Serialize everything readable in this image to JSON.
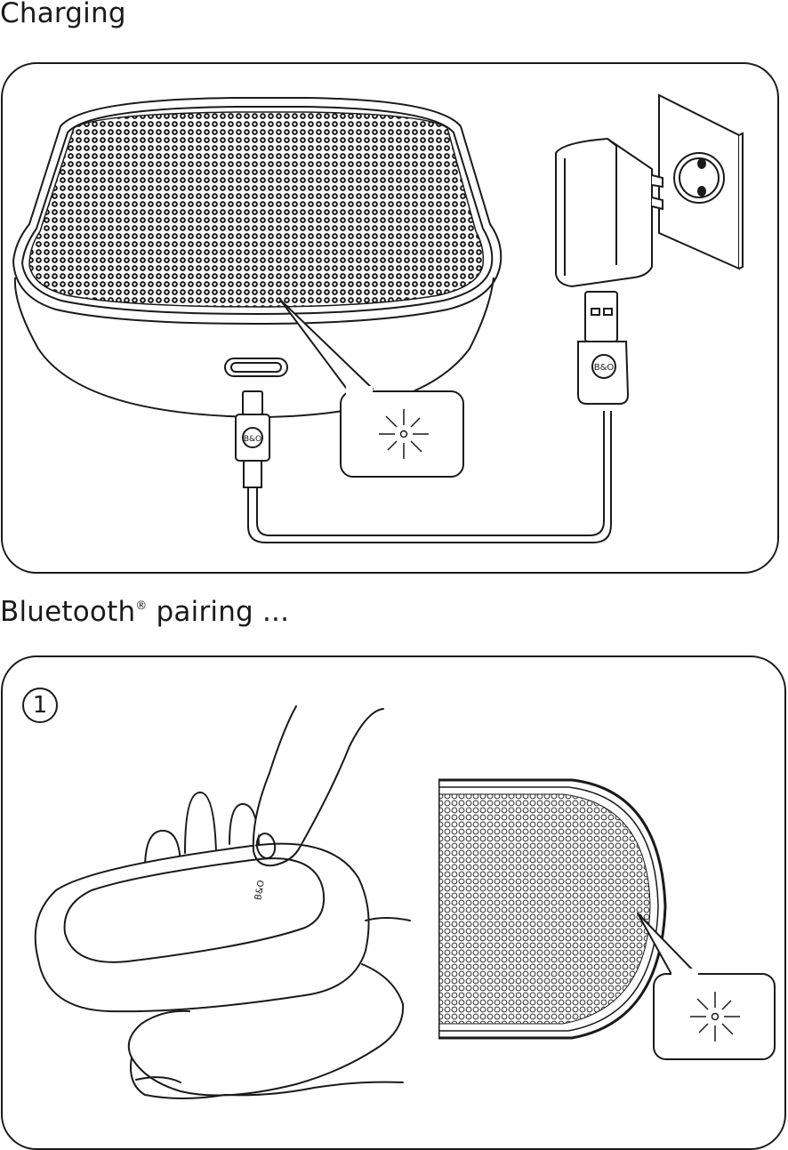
{
  "sections": [
    {
      "heading": "Charging",
      "illustration": {
        "device": "speaker",
        "cable_logo": "B&O"
      }
    },
    {
      "heading_text": "Bluetooth",
      "heading_mark": "®",
      "heading_suffix": " pairing ...",
      "steps": [
        {
          "number": "1",
          "device_logo": "B&O"
        }
      ]
    }
  ],
  "colors": {
    "line": "#1a1a1a",
    "grille_dot": "#2a2a2a",
    "background": "#ffffff"
  },
  "icons": [
    "light-indicator-icon",
    "bo-logo-icon"
  ]
}
